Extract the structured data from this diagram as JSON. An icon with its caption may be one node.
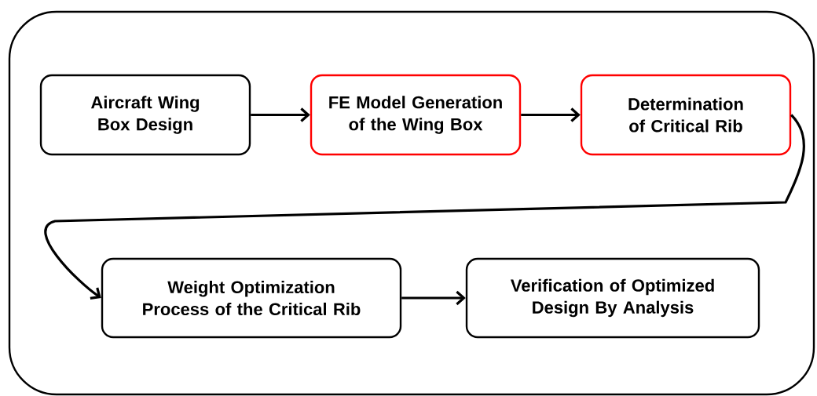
{
  "diagram": {
    "nodes": [
      {
        "text": [],
        "shape": "box"
      },
      {
        "text": [
          "Aircraft Wing Box Design"
        ],
        "in": 0
      },
      {
        "text": [
          "FE Model Generation of the Wing Box"
        ],
        "in": 0
      },
      {
        "text": [
          "Determination of Critical Rib"
        ],
        "in": 0
      },
      {
        "text": [
          "Weight Optimization Process of the Critical Rib"
        ],
        "in": 0
      },
      {
        "text": [
          "Verification of Optimized Design By Analysis"
        ],
        "in": 0
      }
    ],
    "edges": [
      {
        "from": 1,
        "to": 2,
        "arrow": "to"
      },
      {
        "from": 2,
        "to": 3,
        "arrow": "to"
      },
      {
        "from": 3,
        "to": 4,
        "arrow": "to"
      },
      {
        "from": 4,
        "to": 5,
        "arrow": "to"
      }
    ]
  }
}
